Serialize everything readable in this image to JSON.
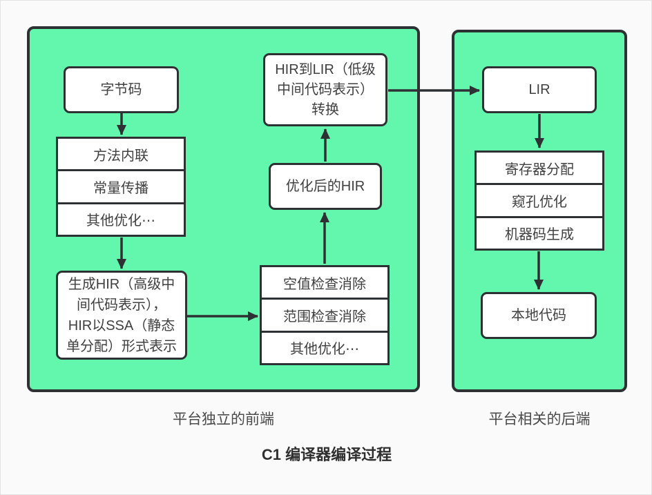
{
  "title": "C1 编译器编译过程",
  "colors": {
    "panel_fill": "#63f7ae",
    "stroke": "#2e3133",
    "node_fill": "#ffffff",
    "background": "#fafafa"
  },
  "frontend": {
    "label": "平台独立的前端",
    "bytecode": "字节码",
    "inline_opts": [
      "方法内联",
      "常量传播",
      "其他优化⋯"
    ],
    "hir_gen": "生成HIR（高级中\n间代码表示），\nHIR以SSA（静态\n单分配）形式表示",
    "check_opts": [
      "空值检查消除",
      "范围检查消除",
      "其他优化⋯"
    ],
    "optimized_hir": "优化后的HIR",
    "hir_to_lir": "HIR到LIR（低级\n中间代码表示）\n转换"
  },
  "backend": {
    "label": "平台相关的后端",
    "lir": "LIR",
    "steps": [
      "寄存器分配",
      "窥孔优化",
      "机器码生成"
    ],
    "native_code": "本地代码"
  }
}
